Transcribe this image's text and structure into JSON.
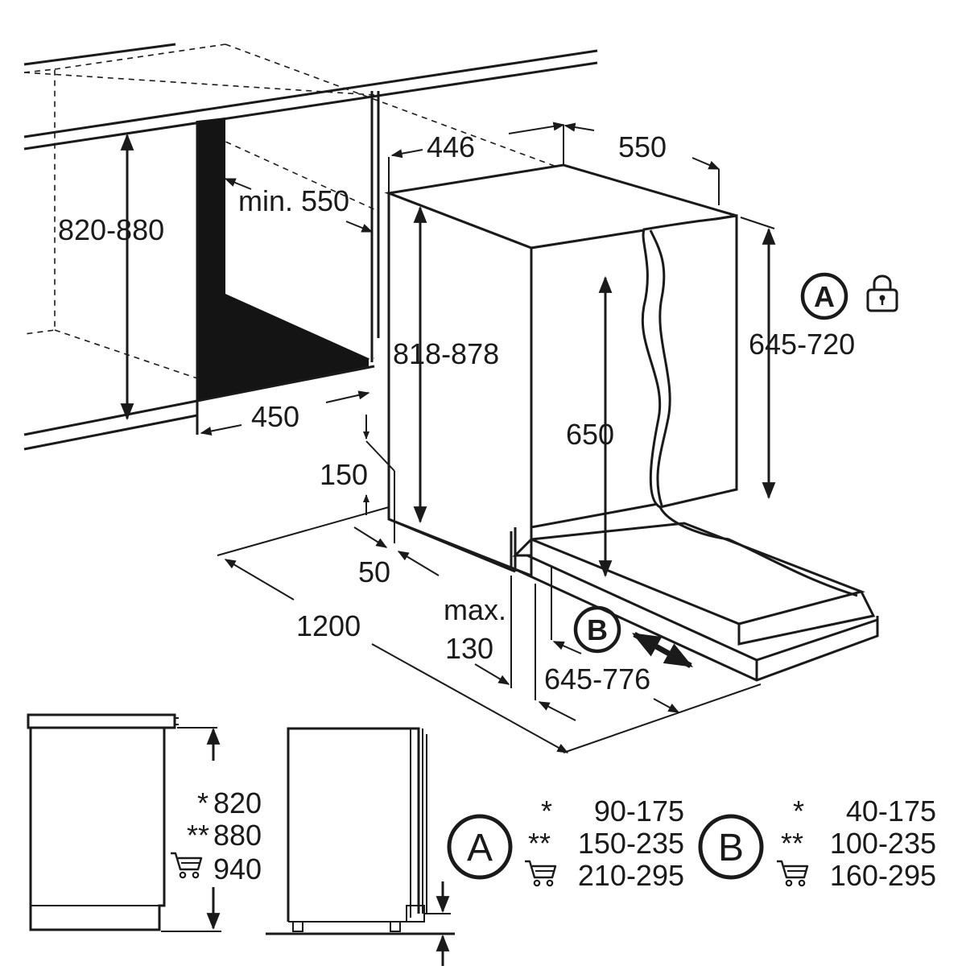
{
  "colors": {
    "ink": "#1a1a1a",
    "paper": "#ffffff"
  },
  "main": {
    "dims": {
      "niche_height": "820-880",
      "niche_depth_min": "min. 550",
      "niche_width": "450",
      "appliance_width": "446",
      "appliance_depth": "550",
      "appliance_height": "818-878",
      "door_height": "650",
      "panel_height": "645-720",
      "plinth_height": "150",
      "plinth_gap": "50",
      "door_width_total": "1200",
      "plinth_max_label": "max.",
      "plinth_max_value": "130",
      "door_travel": "645-776"
    },
    "markers": {
      "a": "A",
      "b": "B"
    }
  },
  "side_view": {
    "heights": [
      {
        "mark": "*",
        "value": "820"
      },
      {
        "mark": "**",
        "value": "880"
      },
      {
        "mark": "cart",
        "value": "940"
      }
    ]
  },
  "legend": {
    "a": {
      "label": "A",
      "rows": [
        {
          "mark": "*",
          "value": "90-175"
        },
        {
          "mark": "**",
          "value": "150-235"
        },
        {
          "mark": "cart",
          "value": "210-295"
        }
      ]
    },
    "b": {
      "label": "B",
      "rows": [
        {
          "mark": "*",
          "value": "40-175"
        },
        {
          "mark": "**",
          "value": "100-235"
        },
        {
          "mark": "cart",
          "value": "160-295"
        }
      ]
    }
  },
  "icons": {
    "lock": "lock-icon",
    "cart": "cart-icon"
  }
}
